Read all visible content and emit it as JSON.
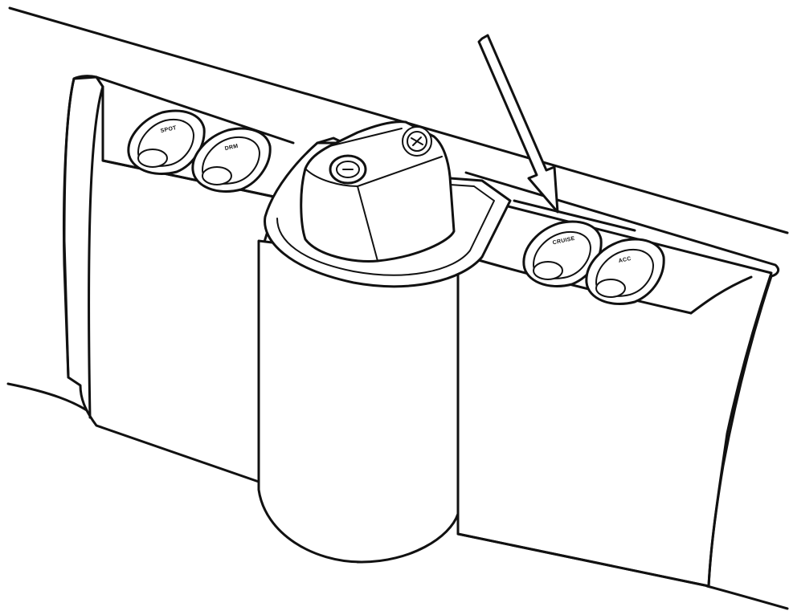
{
  "switches": {
    "spot": {
      "label": "SPOT"
    },
    "drl": {
      "label": "DRM"
    },
    "cruise": {
      "label": "CRUISE"
    },
    "acc": {
      "label": "ACC"
    }
  },
  "callout": {
    "points_to": "cruise",
    "style": "arrow"
  },
  "icons": {
    "key": "ignition-key-icon",
    "emblem": "round-emblem-icon"
  },
  "colors": {
    "line": "#111111",
    "fill": "#ffffff"
  }
}
